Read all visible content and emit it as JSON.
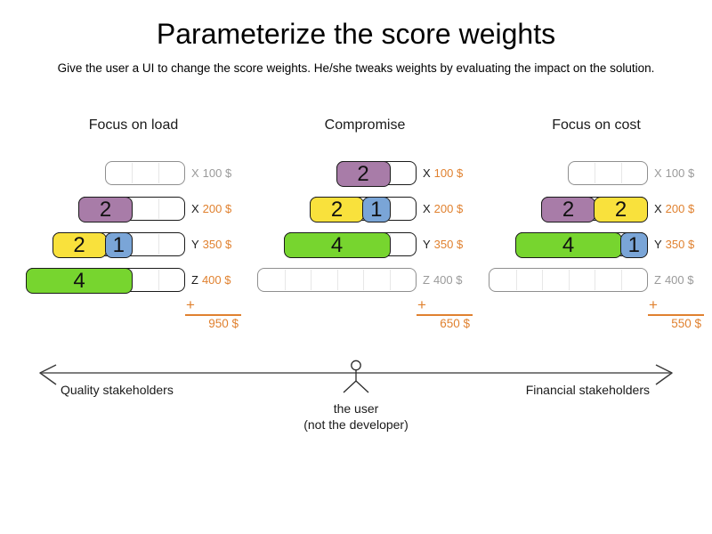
{
  "header": {
    "title": "Parameterize the score weights",
    "subtitle": "Give the user a UI to change the score weights. He/she tweaks weights by evaluating the impact on the solution."
  },
  "sum_plus": "+",
  "panels": [
    {
      "title": "Focus on load",
      "total": "950 $",
      "rows": [
        {
          "machine": "X",
          "cost": "100 $",
          "cells": 3,
          "used": false,
          "blocks": []
        },
        {
          "machine": "X",
          "cost": "200 $",
          "cells": 4,
          "used": true,
          "blocks": [
            {
              "label": "2",
              "size": 2,
              "color": "purple"
            }
          ]
        },
        {
          "machine": "Y",
          "cost": "350 $",
          "cells": 5,
          "used": true,
          "blocks": [
            {
              "label": "2",
              "size": 2,
              "color": "yellow"
            },
            {
              "label": "1",
              "size": 1,
              "color": "blue"
            }
          ]
        },
        {
          "machine": "Z",
          "cost": "400 $",
          "cells": 6,
          "used": true,
          "blocks": [
            {
              "label": "4",
              "size": 4,
              "color": "green"
            }
          ]
        }
      ]
    },
    {
      "title": "Compromise",
      "total": "650 $",
      "rows": [
        {
          "machine": "X",
          "cost": "100 $",
          "cells": 3,
          "used": true,
          "blocks": [
            {
              "label": "2",
              "size": 2,
              "color": "purple"
            }
          ]
        },
        {
          "machine": "X",
          "cost": "200 $",
          "cells": 4,
          "used": true,
          "blocks": [
            {
              "label": "2",
              "size": 2,
              "color": "yellow"
            },
            {
              "label": "1",
              "size": 1,
              "color": "blue"
            }
          ]
        },
        {
          "machine": "Y",
          "cost": "350 $",
          "cells": 5,
          "used": true,
          "blocks": [
            {
              "label": "4",
              "size": 4,
              "color": "green"
            }
          ]
        },
        {
          "machine": "Z",
          "cost": "400 $",
          "cells": 6,
          "used": false,
          "blocks": []
        }
      ]
    },
    {
      "title": "Focus on cost",
      "total": "550 $",
      "rows": [
        {
          "machine": "X",
          "cost": "100 $",
          "cells": 3,
          "used": false,
          "blocks": []
        },
        {
          "machine": "X",
          "cost": "200 $",
          "cells": 4,
          "used": true,
          "blocks": [
            {
              "label": "2",
              "size": 2,
              "color": "purple"
            },
            {
              "label": "2",
              "size": 2,
              "color": "yellow"
            }
          ]
        },
        {
          "machine": "Y",
          "cost": "350 $",
          "cells": 5,
          "used": true,
          "blocks": [
            {
              "label": "4",
              "size": 4,
              "color": "green"
            },
            {
              "label": "1",
              "size": 1,
              "color": "blue"
            }
          ]
        },
        {
          "machine": "Z",
          "cost": "400 $",
          "cells": 6,
          "used": false,
          "blocks": []
        }
      ]
    }
  ],
  "axis": {
    "left_label": "Quality stakeholders",
    "right_label": "Financial stakeholders",
    "user_label_line1": "the user",
    "user_label_line2": "(not the developer)",
    "figure_icon": "stick-figure-user-icon",
    "arrow_icon": "double-headed-arrow-icon"
  },
  "colors": {
    "purple": "#A87CA8",
    "yellow": "#F9E13C",
    "blue": "#7AA5D7",
    "green": "#77D52F",
    "orange": "#E0812F",
    "unused_gray": "#9A9A9A",
    "border_black": "#1A1A1A",
    "border_gray": "#8F8F8F",
    "separator": "#E7E7E7",
    "axis_line": "#7F7F7F"
  }
}
